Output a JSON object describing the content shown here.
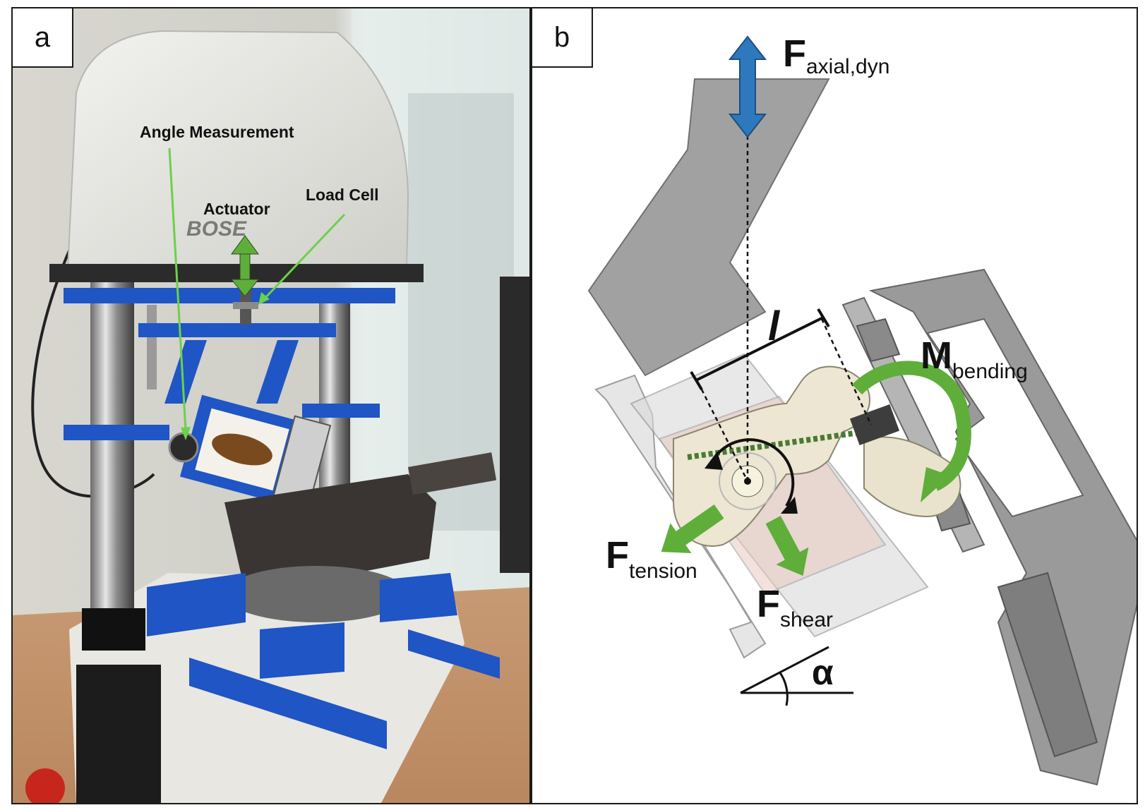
{
  "panels": {
    "a": {
      "tag": "a",
      "labels": {
        "angle": "Angle Measurement",
        "actuator": "Actuator",
        "load_cell": "Load Cell",
        "brand": "BOSE"
      }
    },
    "b": {
      "tag": "b",
      "labels": {
        "f_axial_main": "F",
        "f_axial_sub": "axial,dyn",
        "l": "l",
        "m_bending_main": "M",
        "m_bending_sub": "bending",
        "f_tension_main": "F",
        "f_tension_sub": "tension",
        "f_shear_main": "F",
        "f_shear_sub": "shear",
        "alpha": "α"
      }
    }
  },
  "colors": {
    "blue_arrow": "#2e78bd",
    "green_arrow": "#5fae3a",
    "gray_fixture": "#9a9a9a",
    "anodized_blue": "#1f55c4"
  }
}
